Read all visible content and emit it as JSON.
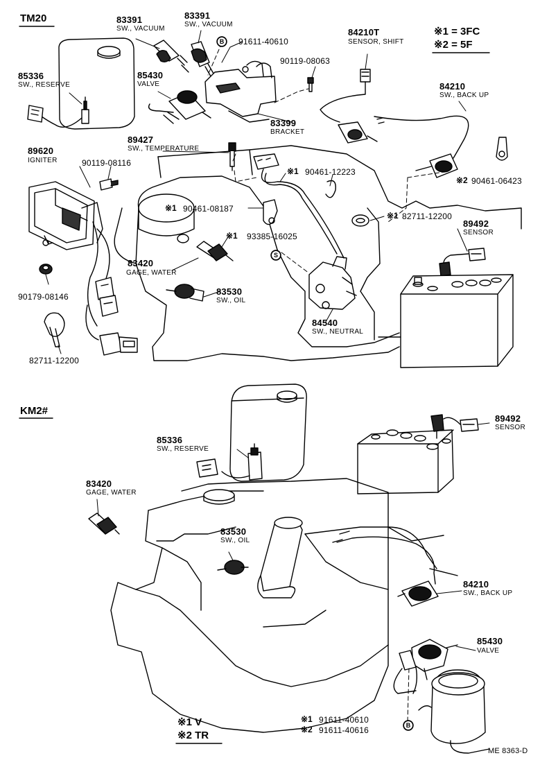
{
  "sections": {
    "top": "TM20",
    "bottom": "KM2#"
  },
  "legend_top": {
    "line1": "※1 = 3FC",
    "line2": "※2 = 5F"
  },
  "legend_bottom": {
    "line1": "※1 V",
    "line2": "※2 TR"
  },
  "marks": {
    "star1": "※1",
    "star2": "※2",
    "b": "B",
    "s": "S"
  },
  "parts": {
    "p83391a": {
      "num": "83391",
      "name": "SW., VACUUM"
    },
    "p83391b": {
      "num": "83391",
      "name": "SW., VACUUM"
    },
    "p91611a": {
      "num": "91611-40610"
    },
    "p84210t": {
      "num": "84210T",
      "name": "SENSOR, SHIFT"
    },
    "p85336a": {
      "num": "85336",
      "name": "SW., RESERVE"
    },
    "p85430a": {
      "num": "85430",
      "name": "VALVE"
    },
    "p90119a": {
      "num": "90119-08063"
    },
    "p84210a": {
      "num": "84210",
      "name": "SW., BACK UP"
    },
    "p83399": {
      "num": "83399",
      "name": "BRACKET"
    },
    "p89427": {
      "num": "89427",
      "name": "SW., TEMPERATURE"
    },
    "p89620": {
      "num": "89620",
      "name": "IGNITER"
    },
    "p90119b": {
      "num": "90119-08116"
    },
    "p90461a": {
      "num": "90461-12223"
    },
    "p90461b": {
      "num": "90461-06423"
    },
    "p90461c": {
      "num": "90461-08187"
    },
    "p82711a": {
      "num": "82711-12200"
    },
    "p89492a": {
      "num": "89492",
      "name": "SENSOR"
    },
    "p93385": {
      "num": "93385-16025"
    },
    "p83420a": {
      "num": "83420",
      "name": "GAGE, WATER"
    },
    "p83530a": {
      "num": "83530",
      "name": "SW., OIL"
    },
    "p90179": {
      "num": "90179-08146"
    },
    "p84540": {
      "num": "84540",
      "name": "SW., NEUTRAL"
    },
    "p82711b": {
      "num": "82711-12200"
    },
    "p89492b": {
      "num": "89492",
      "name": "SENSOR"
    },
    "p85336b": {
      "num": "85336",
      "name": "SW., RESERVE"
    },
    "p83420b": {
      "num": "83420",
      "name": "GAGE, WATER"
    },
    "p83530b": {
      "num": "83530",
      "name": "SW., OIL"
    },
    "p84210b": {
      "num": "84210",
      "name": "SW., BACK UP"
    },
    "p85430b": {
      "num": "85430",
      "name": "VALVE"
    },
    "p91611b": {
      "num": "91611-40610"
    },
    "p91611c": {
      "num": "91611-40616"
    }
  },
  "footer_code": "ME  8363-D"
}
